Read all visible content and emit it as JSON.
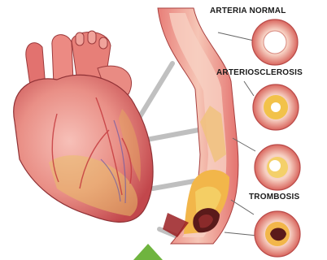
{
  "labels": {
    "normal": "ARTERIA NORMAL",
    "arteriosclerosis": "ARTERIOSCLEROSIS",
    "trombosis": "TROMBOSIS"
  },
  "colors": {
    "heart_red": "#d9545a",
    "heart_pink": "#f0a6a0",
    "artery_wall": "#f3b7a6",
    "plaque_yellow": "#f2c24a",
    "clot_dark": "#5a1a1a",
    "arrow_green": "#6fb43f",
    "connector_gray": "#9a9a9a"
  },
  "icons": {
    "heart": "heart-illustration",
    "artery": "artery-cutaway",
    "cross_sections": [
      "normal-cross-section-icon",
      "mild-plaque-cross-section-icon",
      "narrowed-cross-section-icon",
      "thrombosis-cross-section-icon"
    ],
    "arrow": "up-arrow-icon"
  }
}
